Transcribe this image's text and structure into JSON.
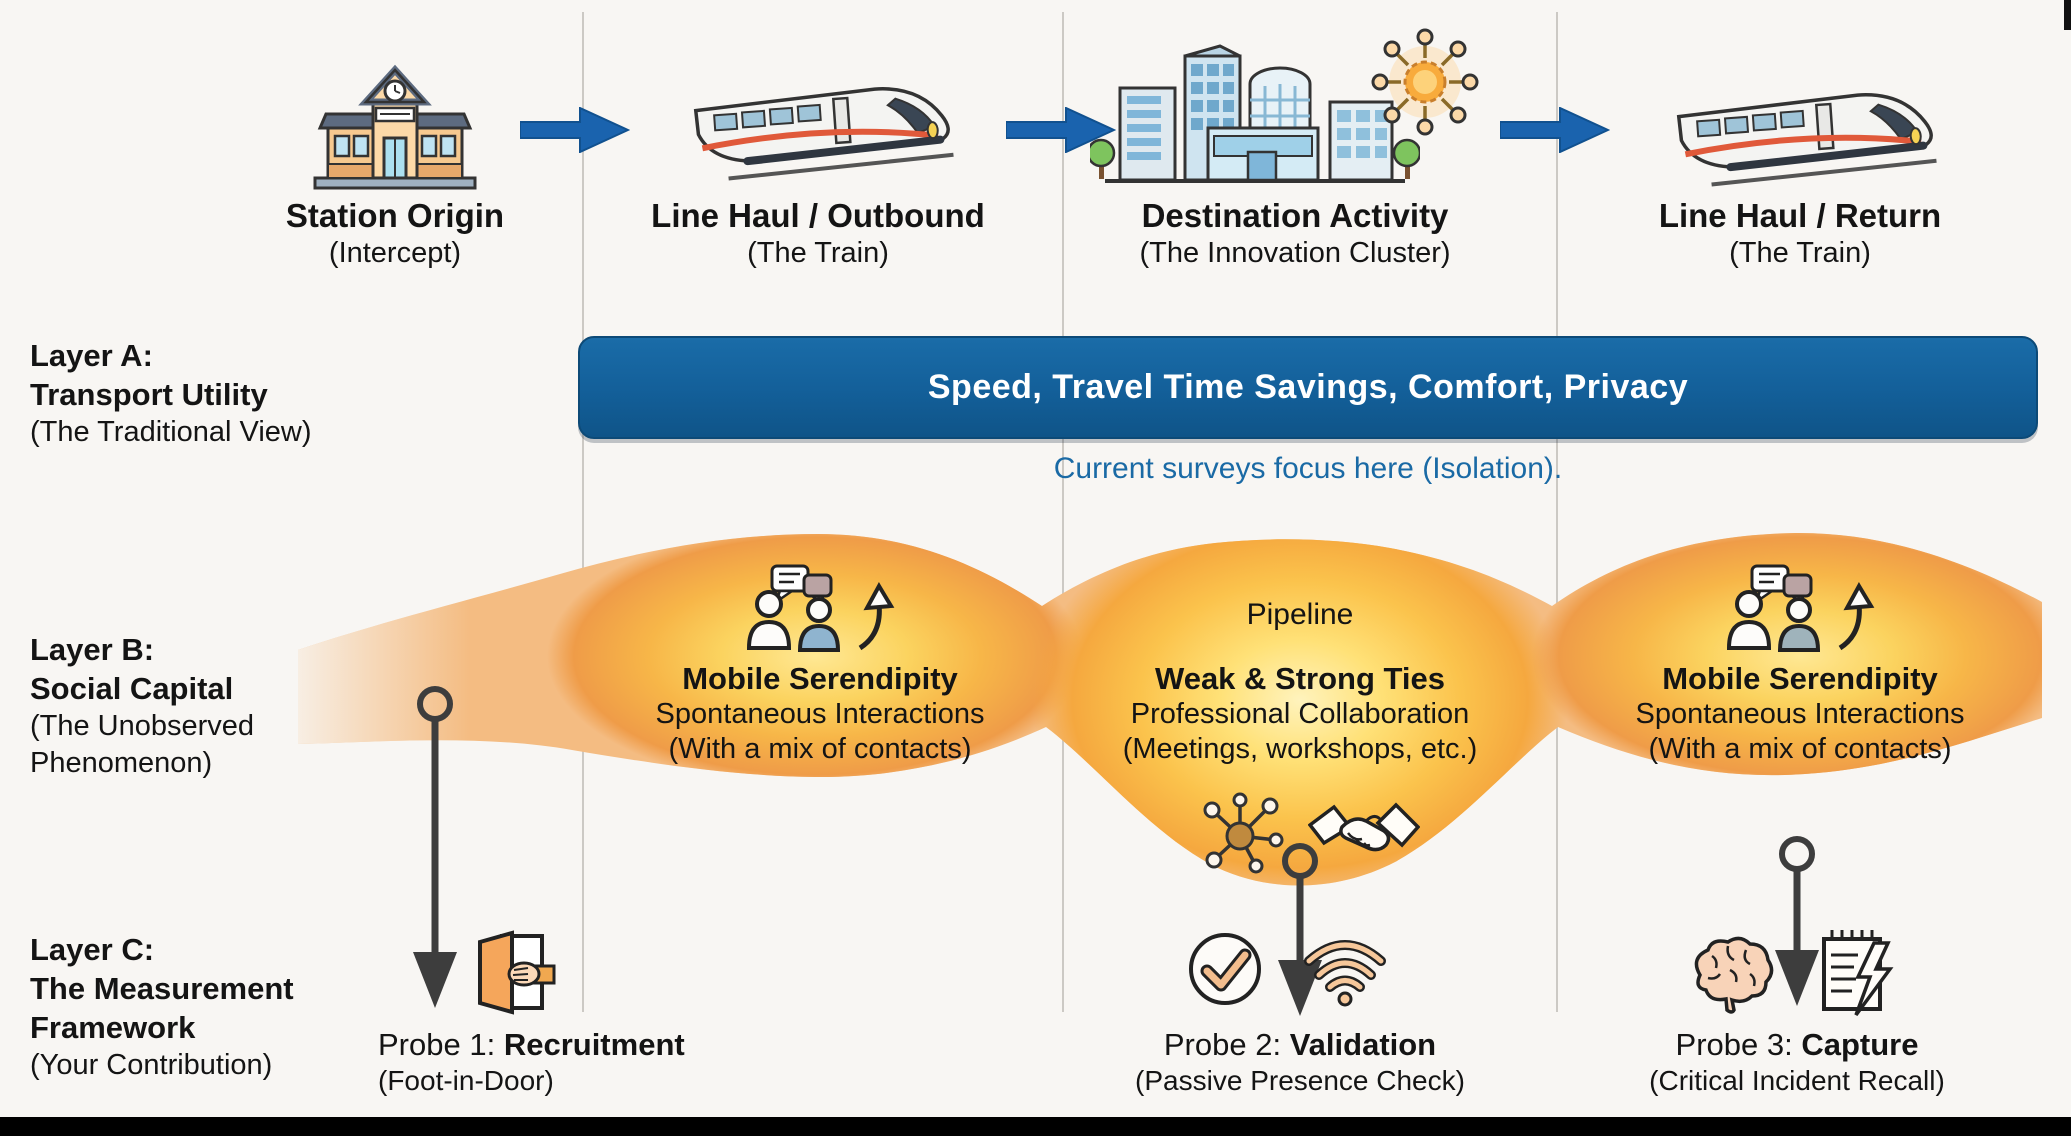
{
  "colors": {
    "banner_blue": "#135f99",
    "arrow_blue": "#1a63ae",
    "note_blue": "#1a6aa5",
    "divider_gray": "#ccc9c4",
    "ribbon_orange": "#f4bc82",
    "glow_yellow": "#fbd35f",
    "center_glow": "#ffe177",
    "probe_line": "#3d3d3d",
    "background": "#f8f6f3"
  },
  "journey": {
    "stages": [
      {
        "title": "Station Origin",
        "subtitle": "(Intercept)",
        "icon": "train-station-icon"
      },
      {
        "title": "Line Haul / Outbound",
        "subtitle": "(The Train)",
        "icon": "high-speed-train-icon"
      },
      {
        "title": "Destination Activity",
        "subtitle": "(The Innovation Cluster)",
        "icon": "innovation-cluster-icon"
      },
      {
        "title": "Line Haul / Return",
        "subtitle": "(The Train)",
        "icon": "high-speed-train-icon"
      }
    ]
  },
  "layer_a": {
    "label": [
      "Layer A:",
      "Transport Utility",
      "(The Traditional View)"
    ],
    "banner": "Speed, Travel Time Savings, Comfort, Privacy",
    "note": "Current surveys focus here (Isolation)."
  },
  "layer_b": {
    "label": [
      "Layer B:",
      "Social Capital",
      "(The Unobserved",
      "Phenomenon)"
    ],
    "left_blob": {
      "title": "Mobile Serendipity",
      "line1": "Spontaneous Interactions",
      "line2": "(With a mix of contacts)"
    },
    "center_blob": {
      "overline": "Pipeline",
      "title": "Weak & Strong Ties",
      "line1": "Professional Collaboration",
      "line2": "(Meetings, workshops, etc.)"
    },
    "right_blob": {
      "title": "Mobile Serendipity",
      "line1": "Spontaneous Interactions",
      "line2": "(With a mix of contacts)"
    }
  },
  "layer_c": {
    "label": [
      "Layer C:",
      "The Measurement",
      "Framework",
      "(Your Contribution)"
    ],
    "probes": [
      {
        "prefix": "Probe 1:",
        "name": "Recruitment",
        "subtitle": "(Foot-in-Door)"
      },
      {
        "prefix": "Probe 2:",
        "name": "Validation",
        "subtitle": "(Passive Presence Check)"
      },
      {
        "prefix": "Probe 3:",
        "name": "Capture",
        "subtitle": "(Critical Incident Recall)"
      }
    ]
  },
  "icons": [
    "train-station-icon",
    "blue-arrow-icon",
    "high-speed-train-icon",
    "innovation-cluster-icon",
    "network-sun-icon",
    "chat-people-icon",
    "growth-arrow-icon",
    "network-nodes-icon",
    "handshake-icon",
    "check-circle-icon",
    "wifi-icon",
    "door-hand-icon",
    "brain-icon",
    "incident-note-icon"
  ]
}
